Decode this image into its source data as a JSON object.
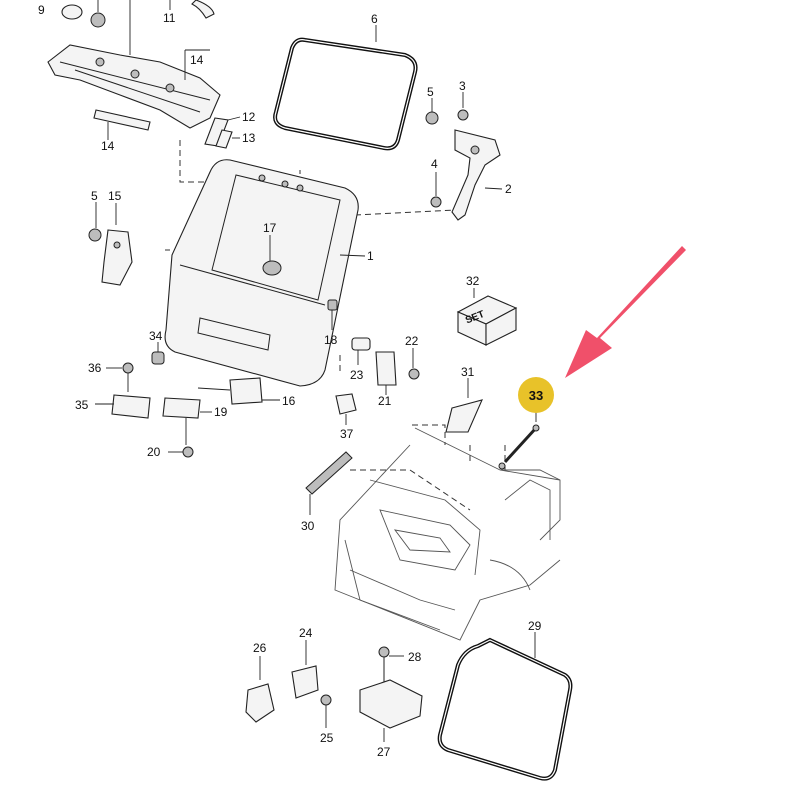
{
  "callouts": {
    "c1": "1",
    "c2": "2",
    "c3": "3",
    "c4": "4",
    "c5a": "5",
    "c5b": "5",
    "c6": "6",
    "c9": "9",
    "c11": "11",
    "c12": "12",
    "c13": "13",
    "c14a": "14",
    "c14b": "14",
    "c15": "15",
    "c16": "16",
    "c17": "17",
    "c18": "18",
    "c19": "19",
    "c20": "20",
    "c21": "21",
    "c22": "22",
    "c23": "23",
    "c24": "24",
    "c25": "25",
    "c26": "26",
    "c27": "27",
    "c28": "28",
    "c29": "29",
    "c30": "30",
    "c31": "31",
    "c32": "32",
    "c33": "33",
    "c34": "34",
    "c35": "35",
    "c36": "36",
    "c37": "37"
  },
  "set_box_label": "SET",
  "highlight": {
    "part": "33",
    "badge_color": "#E8C229",
    "arrow_color": "#F0506A"
  }
}
